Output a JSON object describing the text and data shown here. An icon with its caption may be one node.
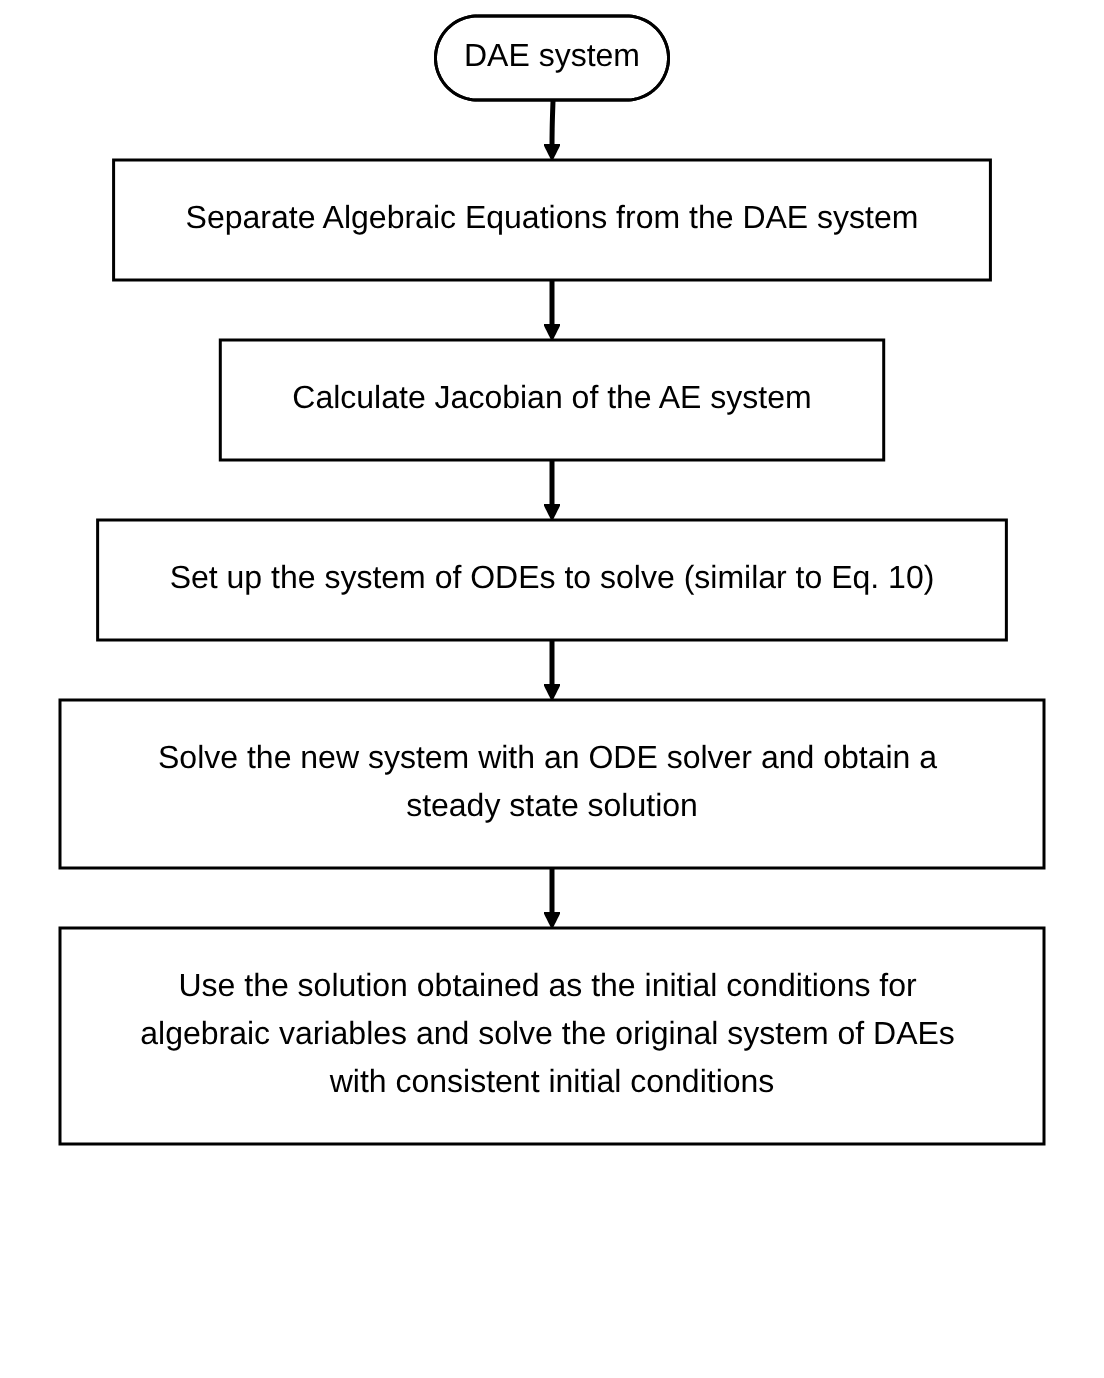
{
  "diagram": {
    "nodes": [
      {
        "text": [
          "DAE system"
        ]
      },
      {
        "text": [
          "Separate Algebraic Equations from the DAE system"
        ]
      },
      {
        "text": [
          "Calculate Jacobian of the AE system"
        ]
      },
      {
        "text": [
          "Set up the system of ODEs to solve (similar to Eq. 10)"
        ]
      },
      {
        "text": [
          "Solve the new system with an ODE solver and obtain a steady state solution"
        ]
      },
      {
        "text": [
          "Use the solution obtained as the initial conditions for algebraic variables and solve the original system of DAEs with consistent initial conditions"
        ]
      }
    ],
    "edges": [
      {
        "from": 0,
        "to": 1,
        "arrow": "to"
      },
      {
        "from": 1,
        "to": 2,
        "arrow": "to"
      },
      {
        "from": 2,
        "to": 3,
        "arrow": "to"
      },
      {
        "from": 3,
        "to": 4,
        "arrow": "to"
      },
      {
        "from": 4,
        "to": 5,
        "arrow": "to"
      }
    ]
  }
}
